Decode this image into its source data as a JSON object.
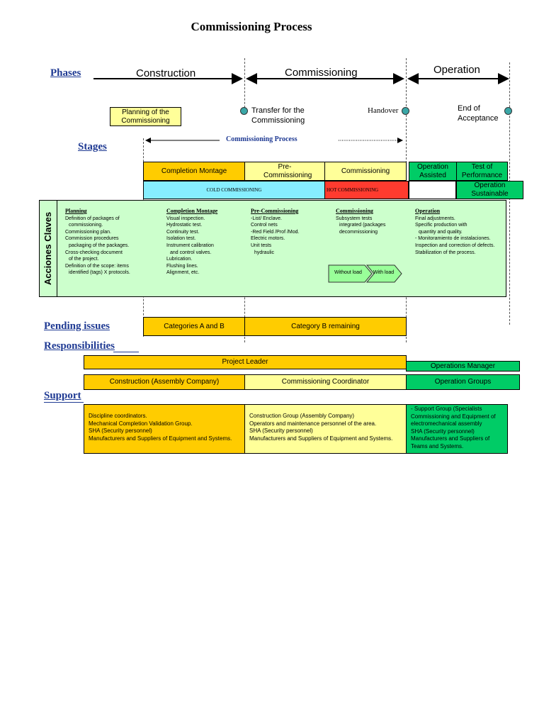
{
  "title": "Commissioning Process",
  "sections": {
    "phases": "Phases",
    "stages": "Stages",
    "acciones": "Acciones Claves",
    "pending": "Pending issues",
    "responsibilities": "Responsibilities",
    "support": "Support"
  },
  "phases": [
    "Construction",
    "Commissioning",
    "Operation"
  ],
  "milestones": {
    "planning": "Planning of the Commissioning",
    "transfer": "Transfer for the Commissioning",
    "handover": "Handover",
    "end_acceptance": "End of Acceptance"
  },
  "process_label": "Commissioning Process",
  "stages": {
    "completion_montage": "Completion Montage",
    "pre_commissioning": "Pre-Commissioning",
    "commissioning": "Commissioning",
    "operation_assisted": "Operation Assisted",
    "test_performance": "Test of Performance",
    "operation_sustainable": "Operation Sustainable",
    "cold": "COLD COMMISSIONING",
    "hot": "HOT COMMISSIONING"
  },
  "actions": {
    "planning": {
      "heading": "Planning",
      "lines": [
        "Definition of packages of",
        "   commissioning.",
        "Commissioning plan.",
        "Commission procedures",
        "   packaging of the packages.",
        "Cross-checking document",
        "   of the project.",
        "Definition of the scope: items",
        "   identified (tags) X protocols."
      ]
    },
    "completion": {
      "heading": "Completion Montage",
      "lines": [
        "Visual inspection.",
        "Hydrostatic test.",
        "Continuity test.",
        "Isolation test.",
        "Instrument calibration",
        "   and control valves.",
        "Lubrication.",
        "Flushing lines.",
        "Alignment, etc."
      ]
    },
    "pre": {
      "heading": "Pre-Commissioning",
      "lines": [
        "-List/ Enclave.",
        "Control nets",
        "-Red Field /Prof /Mod.",
        "Electric motors.",
        "Unit tests",
        "   hydraulic"
      ]
    },
    "comm": {
      "heading": "Commissioning",
      "lines": [
        "Subsystem tests",
        "   integrated (packages",
        "   decommissioning"
      ]
    },
    "oper": {
      "heading": "Operation",
      "lines": [
        "Final adjustments.",
        "Specific production with",
        "   quantity and quality.",
        "- Monitoramiento de instalaciones.",
        "Inspection and correction of defects.",
        "Stabilization of the process."
      ]
    },
    "without_load": "Without load",
    "with_load": "With load"
  },
  "pending": {
    "a_b": "Categories A and B",
    "b_remaining": "Category B remaining"
  },
  "responsibilities": {
    "project_leader": "Project Leader",
    "operations_manager": "Operations Manager",
    "construction": "Construction (Assembly Company)",
    "comm_coordinator": "Commissioning Coordinator",
    "operation_groups": "Operation Groups"
  },
  "support": {
    "left": [
      "Discipline coordinators.",
      "Mechanical Completion Validation Group.",
      "SHA (Security personnel)",
      "Manufacturers and Suppliers of Equipment and Systems."
    ],
    "middle": [
      "Construction Group (Assembly Company)",
      "Operators and maintenance personnel of the area.",
      "SHA (Security personnel)",
      "Manufacturers and Suppliers of Equipment and Systems."
    ],
    "right": [
      "- Support Group (Specialists",
      "Commissioning and Equipment of",
      "electromechanical assembly",
      "SHA (Security personnel)",
      "Manufacturers and Suppliers of",
      "Teams and Systems."
    ]
  },
  "colors": {
    "orange": "#ffcc00",
    "light_yellow": "#ffff99",
    "green": "#00cc66",
    "cyan": "#86eeff",
    "red": "#ff3b2f",
    "light_green": "#ccffcc",
    "heading_blue": "#1f3a93"
  }
}
